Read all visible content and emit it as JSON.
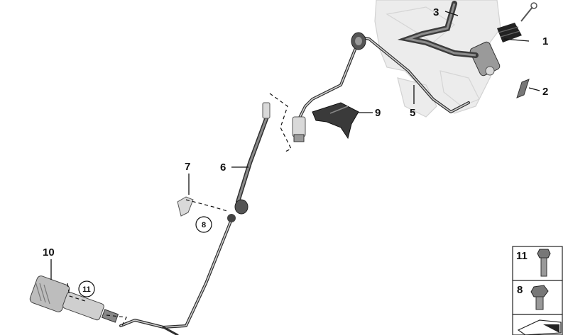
{
  "callouts": {
    "p1": "1",
    "p2": "2",
    "p3": "3",
    "p5": "5",
    "p6": "6",
    "p7": "7",
    "p8": "8",
    "p9": "9",
    "p10": "10",
    "p11": "11"
  },
  "legend": {
    "item11": "11",
    "item8": "8"
  },
  "icons": {
    "bolt": "hex-bolt-icon",
    "flange_bolt": "flange-bolt-icon",
    "arrow_label": "arrow-label-icon"
  }
}
